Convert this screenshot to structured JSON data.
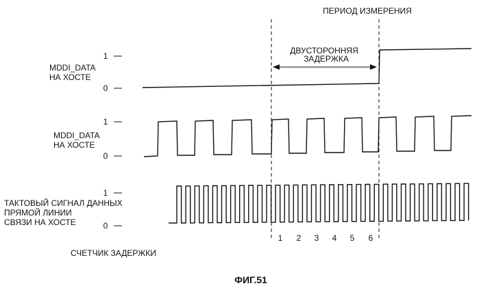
{
  "title": "ФИГ.51",
  "measurement_period_label": "ПЕРИОД ИЗМЕРЕНИЯ",
  "round_trip_delay_label": [
    "ДВУСТОРОННЯЯ",
    "ЗАДЕРЖКА"
  ],
  "signals": [
    {
      "label": [
        "MDDI_DATA",
        "НА ХОСТЕ"
      ],
      "level_high": "1",
      "level_low": "0",
      "waveform": "step"
    },
    {
      "label": [
        "MDDI_DATA",
        "НА ХОСТЕ"
      ],
      "level_high": "1",
      "level_low": "0",
      "waveform": "pulses"
    },
    {
      "label": [
        "ТАКТОВЫЙ СИГНАЛ ДАННЫХ",
        "ПРЯМОЙ ЛИНИИ",
        "СВЯЗИ НА ХОСТЕ"
      ],
      "level_high": "1",
      "level_low": "0",
      "waveform": "clock"
    }
  ],
  "delay_counter": {
    "label": "СЧЕТЧИК ЗАДЕРЖКИ",
    "ticks": [
      "1",
      "2",
      "3",
      "4",
      "5",
      "6"
    ]
  }
}
